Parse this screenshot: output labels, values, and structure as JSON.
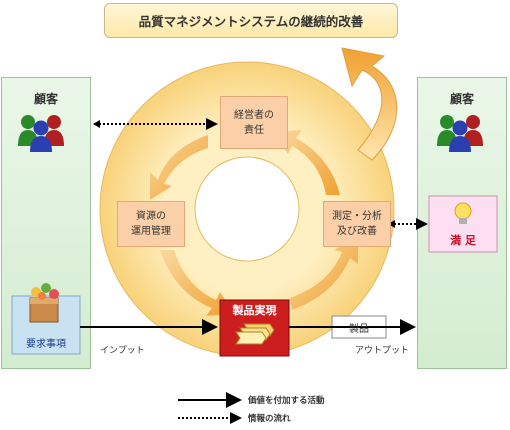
{
  "title": "品質マネジメントシステムの継続的改善",
  "customer_left": "顧客",
  "customer_right": "顧客",
  "management": [
    "経営者の",
    "責任"
  ],
  "resource": [
    "資源の",
    "運用管理"
  ],
  "measure": [
    "測定・分析",
    "及び改善"
  ],
  "realization": "製品実現",
  "requirements": "要求事項",
  "satisfaction": "満 足",
  "product": "製品",
  "input": "インプット",
  "output": "アウトプット",
  "legend": {
    "value_activity": "価値を付加する活動",
    "info_flow": "情報の流れ"
  },
  "colors": {
    "ring": "#fbdc8e",
    "flow_arrow": "#f5a623",
    "realization": "#cc1e1e",
    "customer_panel": "#dff1dc"
  }
}
